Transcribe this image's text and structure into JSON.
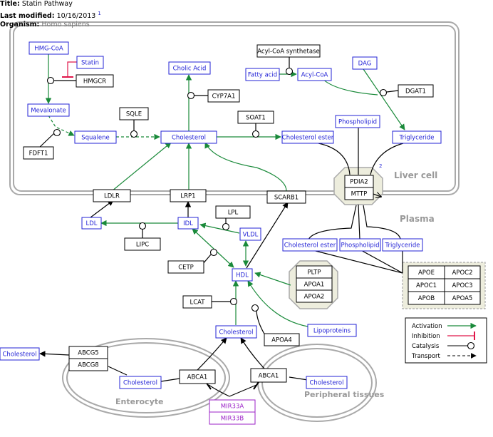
{
  "header": {
    "title_label": "Title:",
    "title_value": "Statin Pathway",
    "modified_label": "Last modified:",
    "modified_value": "10/16/2013",
    "modified_ref": "1",
    "organism_label": "Organism:",
    "organism_value": "Homo sapiens"
  },
  "compartments": {
    "liver": "Liver cell",
    "plasma": "Plasma",
    "enterocyte": "Enterocyte",
    "peripheral": "Peripheral tissues"
  },
  "metabolites": {
    "hmgcoa": "HMG-CoA",
    "statin": "Statin",
    "mevalonate": "Mevalonate",
    "squalene": "Squalene",
    "cholesterol_liver": "Cholesterol",
    "cholic_acid": "Cholic Acid",
    "fatty_acid": "Fatty acid",
    "acyl_coa": "Acyl-CoA",
    "dag": "DAG",
    "phospholipid_liver": "Phospholipid",
    "cholesterol_ester_liver": "Cholesterol ester",
    "triglyceride_liver": "Triglyceride",
    "ldl": "LDL",
    "idl": "IDL",
    "vldl": "VLDL",
    "hdl": "HDL",
    "cholesterol_ester_plasma": "Cholesterol ester",
    "phospholipid_plasma": "Phospholipid",
    "triglyceride_plasma": "Triglyceride",
    "lipoproteins": "Lipoproteins",
    "cholesterol_plasma": "Cholesterol",
    "cholesterol_out": "Cholesterol",
    "cholesterol_enterocyte": "Cholesterol",
    "cholesterol_peripheral": "Cholesterol",
    "mir33a": "MIR33A",
    "mir33b": "MIR33B"
  },
  "genes": {
    "hmgcr": "HMGCR",
    "fdft1": "FDFT1",
    "sqle": "SQLE",
    "cyp7a1": "CYP7A1",
    "acyl_coa_synthetase": "Acyl-CoA synthetase",
    "dgat1": "DGAT1",
    "soat1": "SOAT1",
    "pdia2": "PDIA2",
    "mttp": "MTTP",
    "ldlr": "LDLR",
    "lrp1": "LRP1",
    "scarb1": "SCARB1",
    "lpl": "LPL",
    "lipc": "LIPC",
    "cetp": "CETP",
    "lcat": "LCAT",
    "apoa4": "APOA4",
    "pltp": "PLTP",
    "apoa1": "APOA1",
    "apoa2": "APOA2",
    "abcg5": "ABCG5",
    "abcg8": "ABCG8",
    "abca1_enterocyte": "ABCA1",
    "abca1_peripheral": "ABCA1",
    "apo_table": [
      "APOE",
      "APOC2",
      "APOC1",
      "APOC3",
      "APOB",
      "APOA5"
    ]
  },
  "citation": "2",
  "legend": {
    "activation": "Activation",
    "inhibition": "Inhibition",
    "catalysis": "Catalysis",
    "transport": "Transport"
  },
  "colors": {
    "metabolite": "#2323d6",
    "mirna": "#9b22c7",
    "activation": "#1a8a3a",
    "inhibition": "#e0174a",
    "compartment": "#aaaaaa"
  }
}
